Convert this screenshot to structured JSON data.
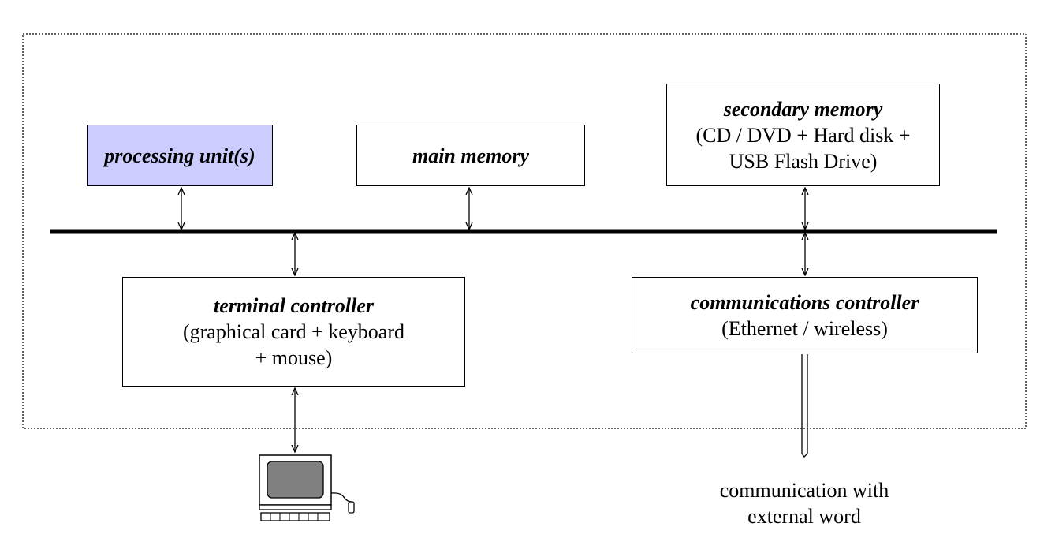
{
  "colors": {
    "processing_fill": "#ccccff",
    "line": "#000000",
    "monitor_screen": "#808080"
  },
  "boxes": {
    "processing": {
      "title": "processing unit(s)"
    },
    "main_memory": {
      "title": "main memory"
    },
    "secondary_memory": {
      "title": "secondary memory",
      "line1": "(CD / DVD + Hard disk +",
      "line2": "USB Flash Drive)"
    },
    "terminal": {
      "title": "terminal controller",
      "line1": "(graphical card + keyboard",
      "line2": "+ mouse)"
    },
    "communications": {
      "title": "communications controller",
      "line1": "(Ethernet / wireless)"
    }
  },
  "external": {
    "line1": "communication with",
    "line2": "external word"
  },
  "icons": {
    "computer": "computer-terminal-icon"
  }
}
